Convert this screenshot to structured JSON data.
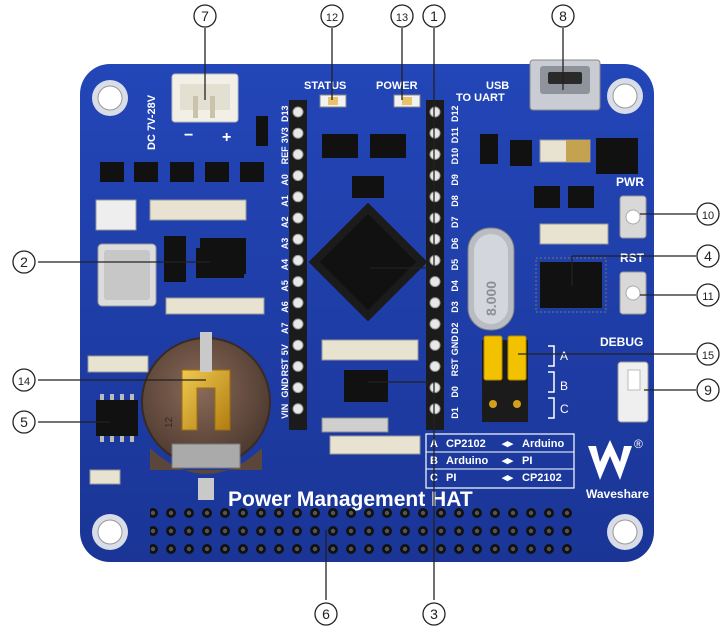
{
  "board": {
    "title": "Power Management HAT",
    "brand": "Waveshare",
    "registered_mark": "®",
    "dc_input": "DC 7V-28V",
    "status_label": "STATUS",
    "power_label": "POWER",
    "usb_label_1": "USB",
    "usb_label_2": "TO UART",
    "pwr_label": "PWR",
    "rst_label": "RST",
    "debug_label": "DEBUG",
    "jumper_a": "A",
    "jumper_b": "B",
    "jumper_c": "C",
    "crystal_label": "8.000",
    "cell_label": "12",
    "left_header_pins": [
      "D13",
      "3V3",
      "REF",
      "A0",
      "A1",
      "A2",
      "A3",
      "A4",
      "A5",
      "A6",
      "A7",
      "5V",
      "RST",
      "GND",
      "VIN"
    ],
    "right_header_pins": [
      "D12",
      "D11",
      "D10",
      "D9",
      "D8",
      "D7",
      "D6",
      "D5",
      "D4",
      "D3",
      "D2",
      "GND",
      "RST",
      "D0",
      "D1"
    ],
    "jumper_table": [
      {
        "key": "A",
        "left": "CP2102",
        "right": "Arduino"
      },
      {
        "key": "B",
        "left": "Arduino",
        "right": "PI"
      },
      {
        "key": "C",
        "left": "PI",
        "right": "CP2102"
      }
    ]
  },
  "callouts": [
    "1",
    "2",
    "3",
    "4",
    "5",
    "6",
    "7",
    "8",
    "9",
    "10",
    "11",
    "12",
    "13",
    "14",
    "15"
  ],
  "colors": {
    "pcb": "#1f3fa8",
    "pcb_dark": "#16308a",
    "silk": "#ffffff",
    "gold": "#d9a520",
    "jumper": "#f2c200"
  }
}
